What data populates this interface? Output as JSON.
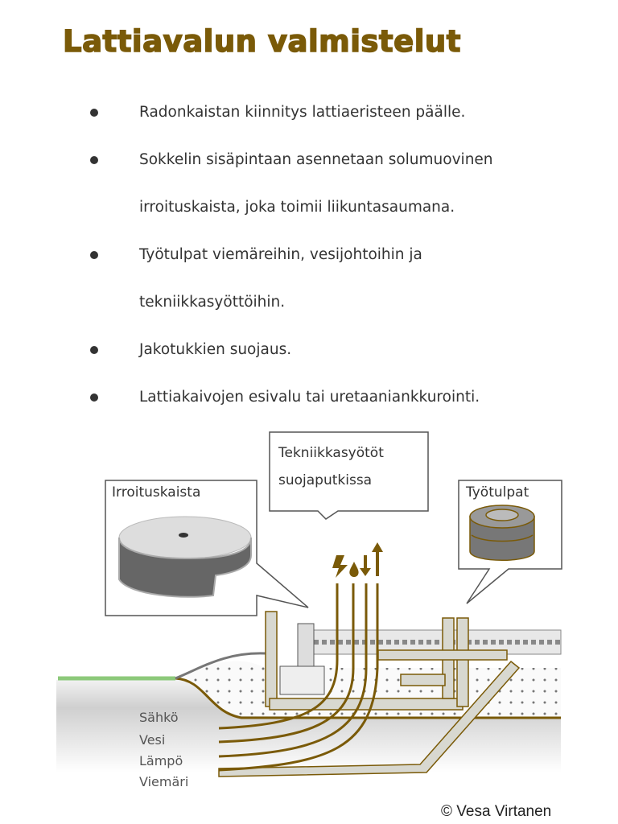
{
  "title": "Lattiavalun valmistelut",
  "bullets": [
    {
      "lines": [
        "Radonkaistan kiinnitys lattiaeristeen päälle."
      ]
    },
    {
      "lines": [
        "Sokkelin sisäpintaan asennetaan solumuovinen",
        "irroituskaista, joka toimii liikuntasaumana."
      ]
    },
    {
      "lines": [
        "Työtulpat viemäreihin, vesijohtoihin ja",
        "tekniikkasyöttöihin."
      ]
    },
    {
      "lines": [
        "Jakotukkien suojaus."
      ]
    },
    {
      "lines": [
        "Lattiakaivojen esivalu tai uretaaniankkurointi."
      ]
    }
  ],
  "diagram": {
    "callout_strip": "Irroituskaista",
    "callout_feeds": [
      "Tekniikkasyötöt",
      "suojaputkissa"
    ],
    "callout_plugs": "Työtulpat",
    "pipe_labels": [
      "Sähkö",
      "Vesi",
      "Lämpö",
      "Viemäri"
    ],
    "colors": {
      "accent": "#7a5a08",
      "grass": "#8cc97a",
      "ground": "#d6d6d6"
    }
  },
  "copyright": "© Vesa Virtanen"
}
